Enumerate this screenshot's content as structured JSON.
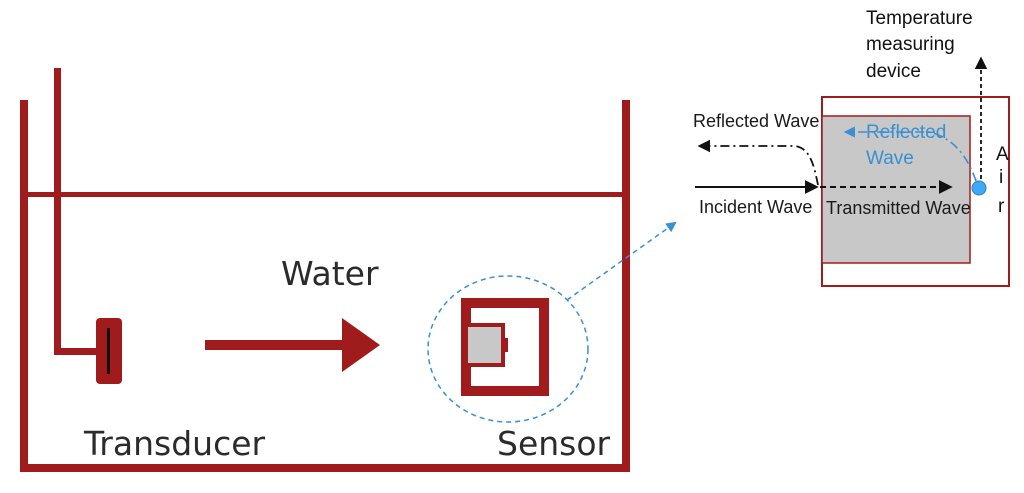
{
  "colors": {
    "tank": "#a01c1c",
    "sensor_fill": "#c8c8c8",
    "dashed_link": "#3a8fd0",
    "reflected_inner": "#3a8fd0",
    "probe": "#3fa9f5",
    "arrow_black": "#111111"
  },
  "labels": {
    "water": "Water",
    "transducer": "Transducer",
    "sensor": "Sensor",
    "temperature_device": [
      "Temperature",
      "measuring",
      "device"
    ],
    "reflected_wave_outer": "Reflected Wave",
    "reflected_wave_inner": [
      "Reflected",
      "Wave"
    ],
    "incident_wave": "Incident Wave",
    "transmitted_wave": "Transmitted Wave",
    "air": [
      "A",
      "i",
      "r"
    ]
  }
}
